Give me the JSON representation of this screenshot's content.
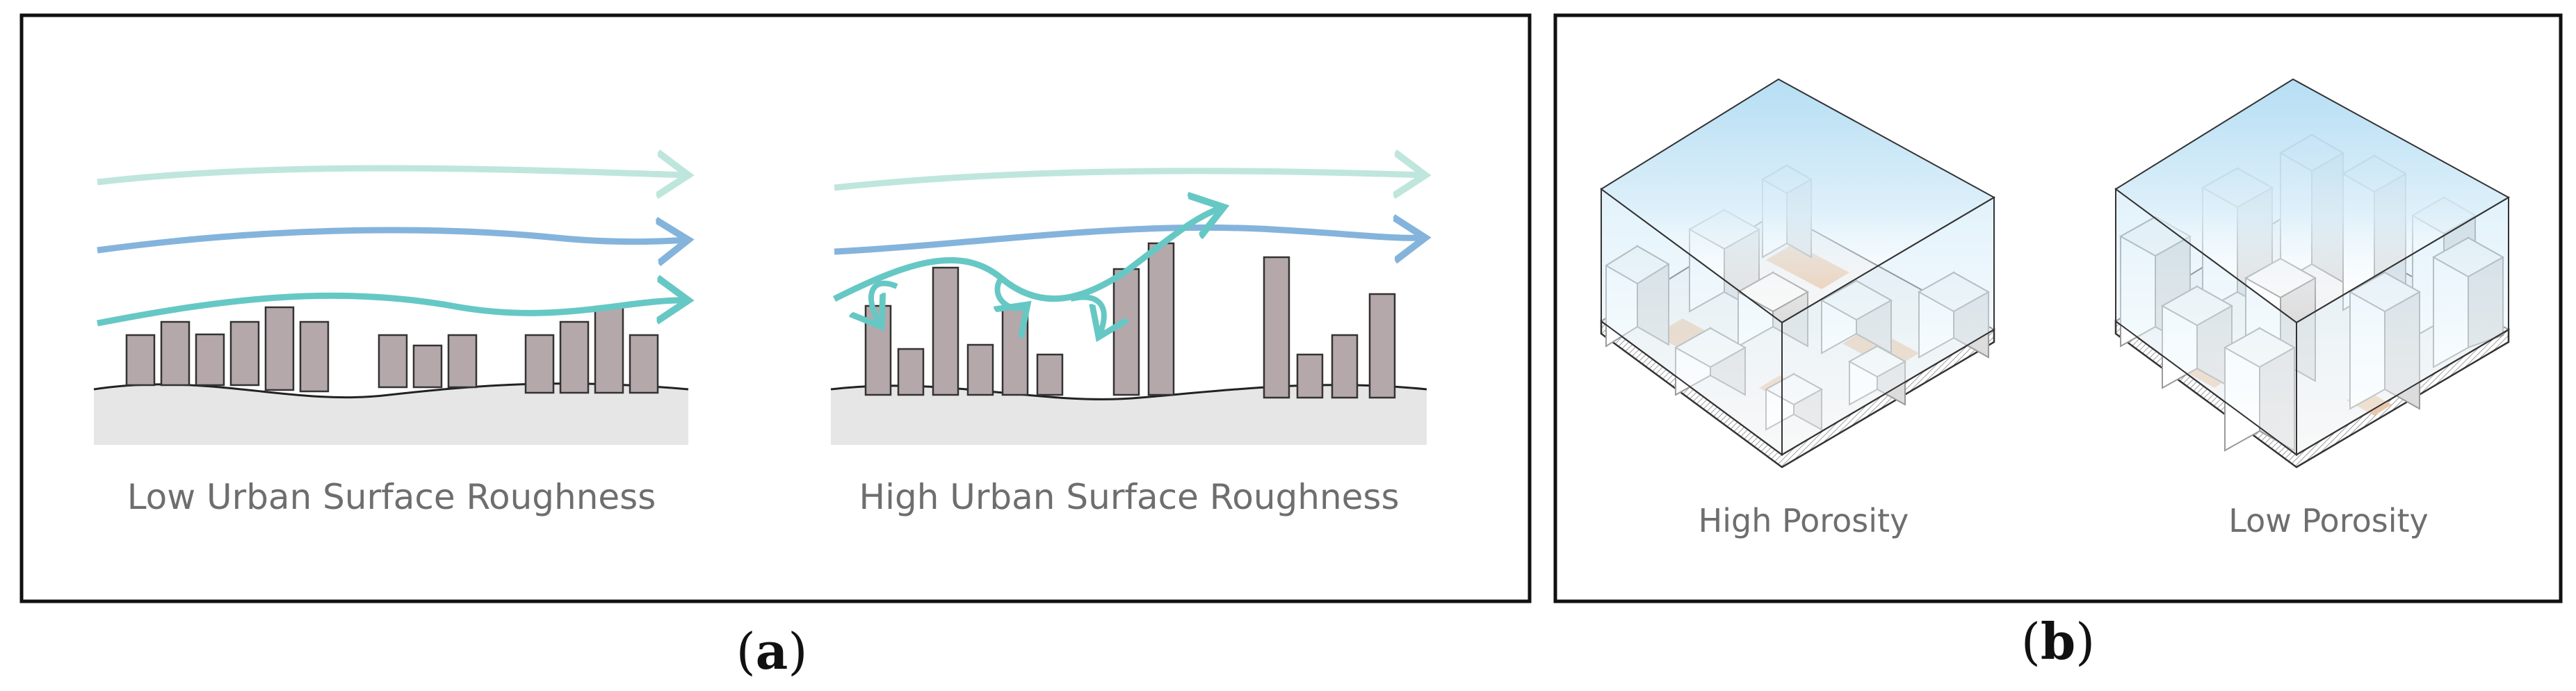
{
  "panel_a": {
    "tag": "a",
    "diagrams": [
      {
        "label": "Low Urban Surface Roughness"
      },
      {
        "label": "High Urban Surface Roughness"
      }
    ]
  },
  "panel_b": {
    "tag": "b",
    "diagrams": [
      {
        "label": "High Porosity"
      },
      {
        "label": "Low Porosity"
      }
    ]
  },
  "colors": {
    "frame": "#111111",
    "wind_light": "#bfe6dc",
    "wind_blue": "#84b4dc",
    "wind_teal": "#66c8c4",
    "building": "#b4a8ab",
    "ground": "#e6e6e6",
    "sky": "#a9d8f2",
    "block": "#f1f1f1",
    "plaza": "#e9c9ad"
  }
}
